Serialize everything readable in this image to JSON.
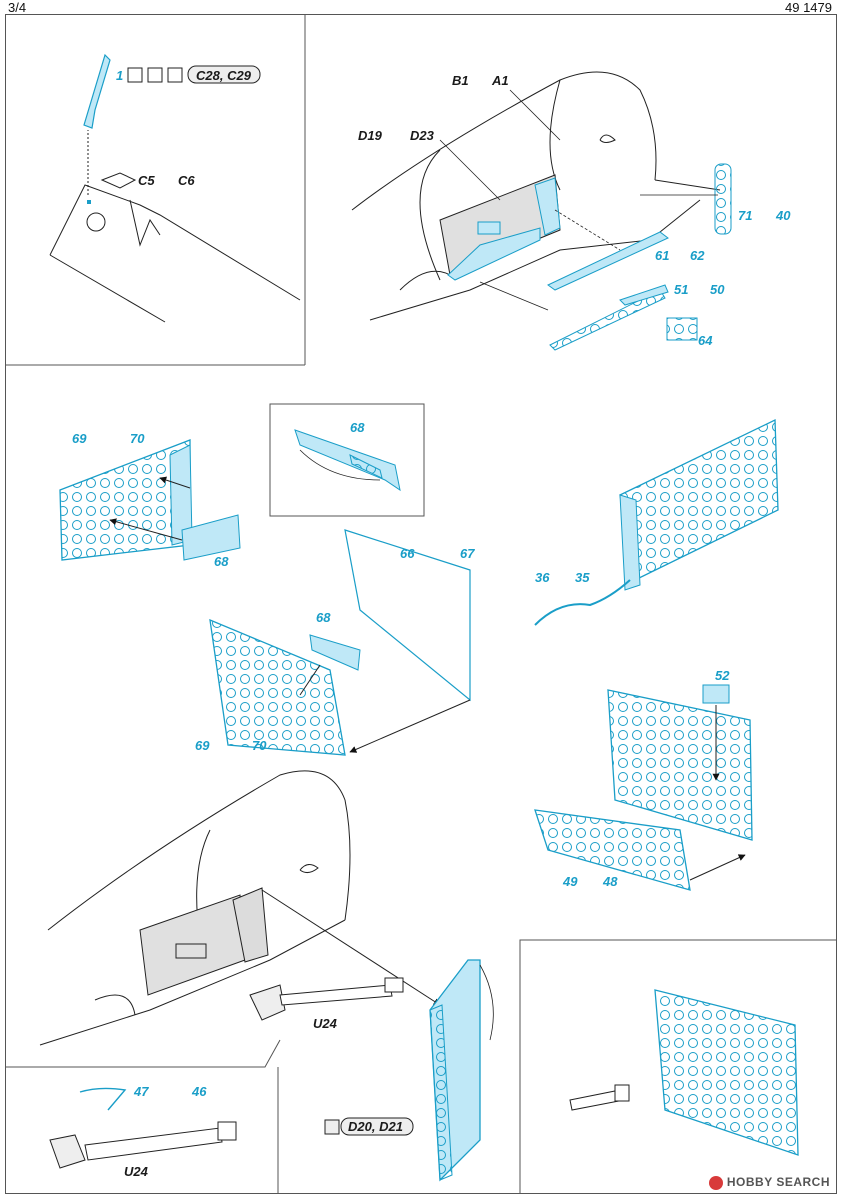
{
  "header": {
    "page": "3/4",
    "code": "49 1479"
  },
  "labels": {
    "l1": "1",
    "c28": "C28, C29",
    "c5": "C5",
    "c6": "C6",
    "b1": "B1",
    "a1": "A1",
    "d19": "D19",
    "d23": "D23",
    "p71": "71",
    "p40": "40",
    "p61": "61",
    "p62": "62",
    "p51": "51",
    "p50": "50",
    "p64": "64",
    "p69a": "69",
    "p70a": "70",
    "p68a": "68",
    "p68b": "68",
    "p68c": "68",
    "p66": "66",
    "p67": "67",
    "p69b": "69",
    "p70b": "70",
    "p36": "36",
    "p35": "35",
    "p52": "52",
    "p49": "49",
    "p48": "48",
    "u24a": "U24",
    "p47": "47",
    "p46": "46",
    "u24b": "U24",
    "d20": "D20, D21"
  },
  "colors": {
    "part": "#1a9ec8",
    "line": "#222222",
    "fill": "#bfe8f7"
  },
  "watermark": "HOBBY SEARCH"
}
